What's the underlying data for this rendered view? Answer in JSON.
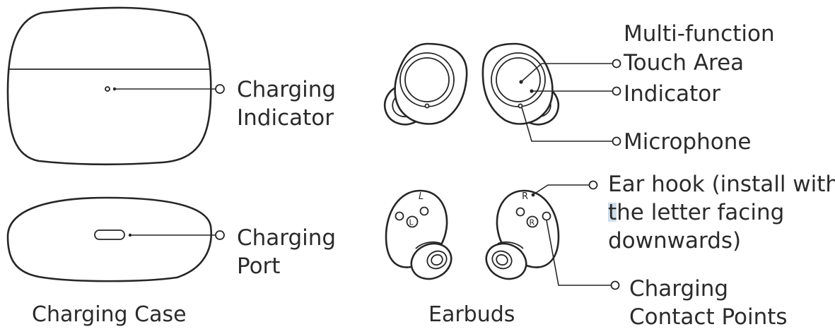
{
  "labels": {
    "charging_indicator_1": "Charging",
    "charging_indicator_2": "Indicator",
    "charging_port_1": "Charging",
    "charging_port_2": "Port",
    "multi_function_1": "Multi-function",
    "multi_function_2": "Touch Area",
    "indicator": "Indicator",
    "microphone": "Microphone",
    "ear_hook_1": "Ear hook (install with",
    "ear_hook_2a": "t",
    "ear_hook_2b": "he letter facing",
    "ear_hook_3": "downwards)",
    "contacts_1": "Charging",
    "contacts_2": "Contact Points"
  },
  "captions": {
    "case": "Charging Case",
    "earbuds": "Earbuds"
  },
  "markings": {
    "left": "L",
    "right": "R"
  }
}
